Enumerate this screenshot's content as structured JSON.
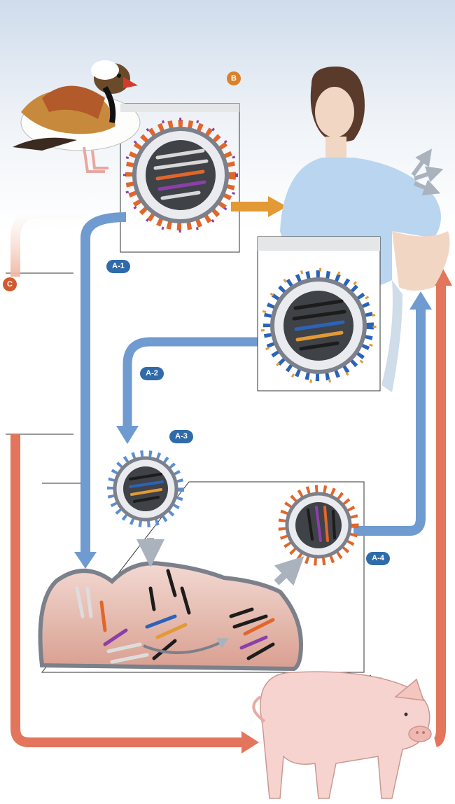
{
  "labels": {
    "a1": "A-1",
    "a2": "A-2",
    "a3": "A-3",
    "a4": "A-4",
    "b": "B",
    "c": "C"
  },
  "colors": {
    "blue_pathway": "#6f9bd0",
    "orange_pathway": "#e2755b",
    "gold_arrow": "#e39a35",
    "cell_fill": "#e2b7ad",
    "badge_blue": "#2f6bab"
  },
  "icons": [
    "duck-icon",
    "woman-icon",
    "pig-icon",
    "avian-virus-icon",
    "human-virus-icon",
    "reassortant-virus-icon",
    "progeny-virus-icon",
    "host-cell-icon"
  ]
}
